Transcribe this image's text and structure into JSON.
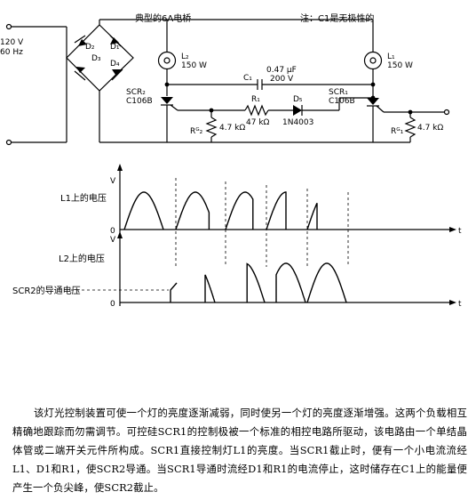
{
  "circuit": {
    "bridge_title": "典型的6A电桥",
    "note": "注：C1是无极性的",
    "supply": [
      "120 V",
      "60 Hz"
    ],
    "diodes": {
      "D1": "D₁",
      "D2": "D₂",
      "D3": "D₃",
      "D4": "D₄"
    },
    "l2": [
      "L₂",
      "150 W"
    ],
    "l1": [
      "L₁",
      "150 W"
    ],
    "c1": [
      "C₁",
      "0.47 μF",
      "200 V"
    ],
    "scr2": [
      "SCR₂",
      "C106B"
    ],
    "scr1": [
      "SCR₁",
      "C106B"
    ],
    "r1": [
      "R₁",
      "47 kΩ"
    ],
    "d5": [
      "D₅",
      "1N4003"
    ],
    "rg2": [
      "Rᴳ₂",
      "4.7 kΩ"
    ],
    "rg1": [
      "Rᴳ₁",
      "4.7 kΩ"
    ]
  },
  "waveforms": {
    "axis_v": "V",
    "axis_zero": "0",
    "axis_t": "t",
    "label_l1": "L1上的电压",
    "label_l2": "L2上的电压",
    "label_scr2": "SCR2的导通电压"
  },
  "chart_data": {
    "type": "line",
    "title": "",
    "xlabel": "t",
    "ylabel": "V",
    "series": [
      {
        "name": "L1上的电压",
        "fired_fraction_per_half_cycle": [
          1.0,
          0.85,
          0.7,
          0.5,
          0.25
        ]
      },
      {
        "name": "L2上的电压",
        "fired_fraction_per_half_cycle": [
          0.0,
          0.25,
          0.45,
          0.75,
          1.0
        ]
      },
      {
        "name": "SCR2的导通电压",
        "gate_step_amplitude_fraction": [
          0.4,
          0.4,
          0.4,
          0.4,
          0.4
        ]
      }
    ]
  },
  "description": "该灯光控制装置可使一个灯的亮度逐渐减弱，同时使另一个灯的亮度逐渐增强。这两个负载相互精确地跟踪而勿需调节。可控硅SCR1的控制极被一个标准的相控电路所驱动，该电路由一个单结晶体管或二端开关元件所构成。SCR1直接控制灯L1的亮度。当SCR1截止时，便有一个小电流流经L1、D1和R1，使SCR2导通。当SCR1导通时流经D1和R1的电流停止，这时储存在C1上的能量便产生一个负尖峰，使SCR2截止。"
}
